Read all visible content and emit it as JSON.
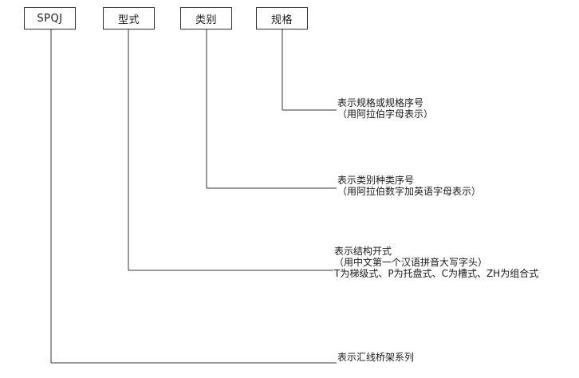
{
  "codes": {
    "spqj": "SPQJ",
    "xingshi": "型式",
    "leibie": "类别",
    "guige": "规格"
  },
  "descriptions": {
    "guige": {
      "line1": "表示规格或规格序号",
      "line2": "（用阿拉伯字母表示）"
    },
    "leibie": {
      "line1": "表示类别种类序号",
      "line2": "（用阿拉伯数字加英语字母表示）"
    },
    "xingshi": {
      "line1": "表示结构开式",
      "line2": "（用中文第一个汉语拼音大写字头）",
      "line3": "T为梯级式、P为托盘式、C为槽式、ZH为组合式"
    },
    "spqj": {
      "line1": "表示汇线桥架系列"
    }
  }
}
